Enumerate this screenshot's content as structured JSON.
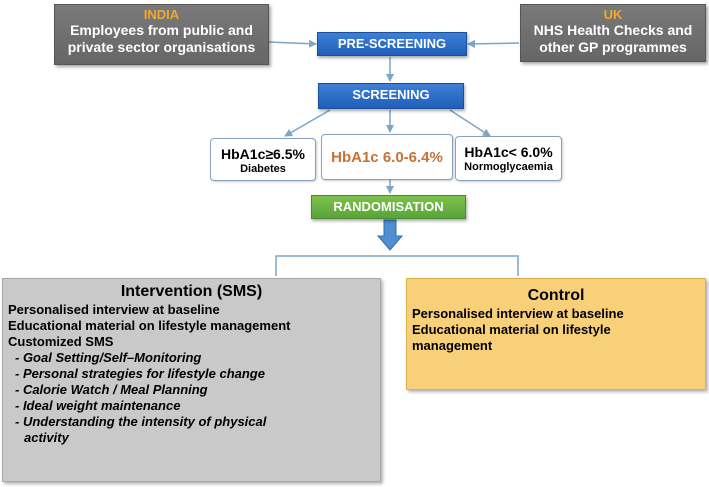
{
  "sources": {
    "india": {
      "title": "INDIA",
      "line1": "Employees from public and",
      "line2": "private sector organisations"
    },
    "uk": {
      "title": "UK",
      "line1": "NHS Health Checks and",
      "line2": "other GP programmes"
    }
  },
  "stages": {
    "prescreening": "PRE-SCREENING",
    "screening": "SCREENING",
    "randomisation": "RANDOMISATION"
  },
  "hba1c": {
    "diabetes": {
      "value": "HbA1c≥6.5%",
      "label": "Diabetes"
    },
    "prediabetes": {
      "value": "HbA1c 6.0-6.4%"
    },
    "normal": {
      "value": "HbA1c< 6.0%",
      "label": "Normoglycaemia"
    }
  },
  "intervention": {
    "title": "Intervention (SMS)",
    "lines": [
      "Personalised interview at baseline",
      "Educational material on lifestyle management",
      "Customized SMS"
    ],
    "items": [
      "- Goal Setting/Self–Monitoring",
      "- Personal strategies for lifestyle change",
      "- Calorie Watch / Meal Planning",
      "- Ideal weight maintenance",
      "- Understanding the intensity of physical",
      "activity"
    ]
  },
  "control": {
    "title": "Control",
    "lines": [
      "Personalised interview at baseline",
      "Educational material on lifestyle",
      "management"
    ]
  },
  "colors": {
    "stage_blue": "#2a6cc8",
    "randomisation_green": "#6bb542",
    "source_grey": "#6f6f6f",
    "country_title": "#f0a830",
    "prediabetes_text": "#c87135",
    "intervention_grey": "#c9c9c9",
    "control_orange": "#f8d07a",
    "connector": "#7aa6c8",
    "arrow_blue": "#4f8fd0"
  }
}
